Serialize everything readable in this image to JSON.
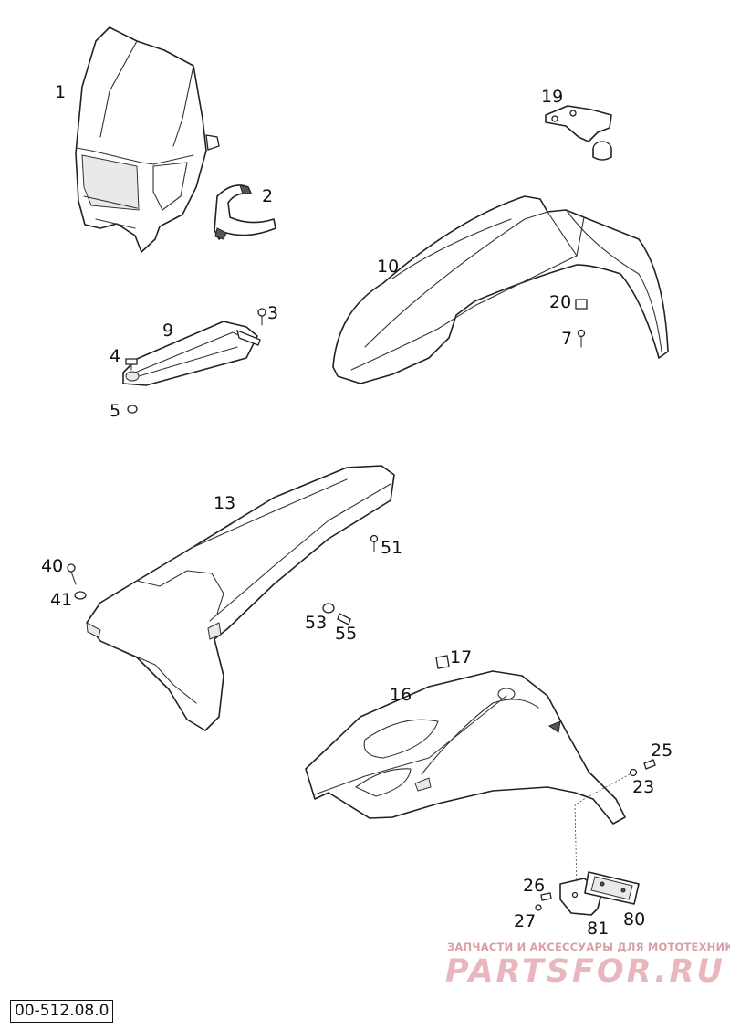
{
  "diagram_code": "00-512.08.0",
  "watermark": {
    "tagline": "ЗАПЧАСТИ И АКСЕССУАРЫ ДЛЯ МОТОТЕХНИКИ",
    "logo": "PARTSFOR.RU"
  },
  "callouts": {
    "p1": "1",
    "p2": "2",
    "p3": "3",
    "p4": "4",
    "p5": "5",
    "p7": "7",
    "p9": "9",
    "p10": "10",
    "p13": "13",
    "p16": "16",
    "p17": "17",
    "p19": "19",
    "p20": "20",
    "p23": "23",
    "p25": "25",
    "p26": "26",
    "p27": "27",
    "p40": "40",
    "p41": "41",
    "p51": "51",
    "p53": "53",
    "p55": "55",
    "p80": "80",
    "p81": "81"
  }
}
